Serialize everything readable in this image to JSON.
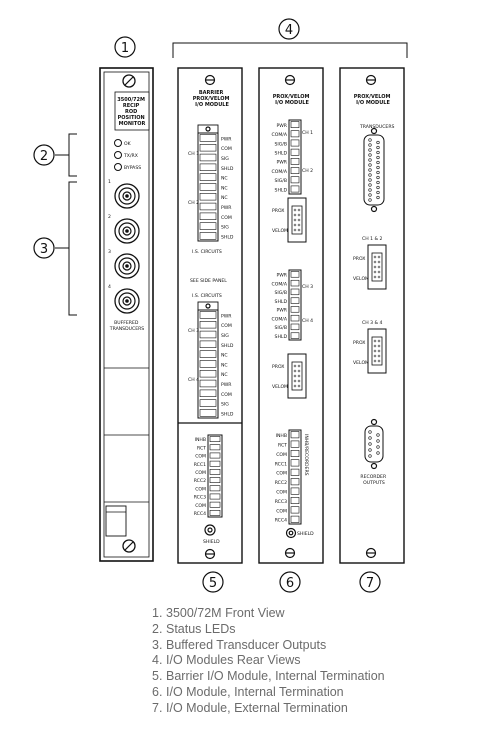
{
  "callouts": [
    "1",
    "2",
    "3",
    "4",
    "5",
    "6",
    "7"
  ],
  "front_view": {
    "title_lines": [
      "3500/72M",
      "RECIP",
      "ROD",
      "POSITION",
      "MONITOR"
    ],
    "leds": [
      "OK",
      "TX/RX",
      "BYPASS"
    ],
    "channels": [
      "1",
      "2",
      "3",
      "4"
    ],
    "buffered_label_lines": [
      "BUFFERED",
      "TRANSDUCERS"
    ]
  },
  "barrier_module": {
    "title_lines": [
      "BARRIER",
      "PROX/VELOM",
      "I/O MODULE"
    ],
    "ch12_signals": [
      "PWR",
      "COM",
      "SIG",
      "SHLD",
      "NC",
      "NC",
      "NC",
      "PWR",
      "COM",
      "SIG",
      "SHLD"
    ],
    "ch12_labels": [
      "CH 1",
      "CH 2"
    ],
    "is_circuits": "I.S. CIRCUITS",
    "see_side_panel": "SEE SIDE PANEL",
    "ch34_signals": [
      "PWR",
      "COM",
      "SIG",
      "SHLD",
      "NC",
      "NC",
      "NC",
      "PWR",
      "COM",
      "SIG",
      "SHLD"
    ],
    "ch34_labels": [
      "CH 3",
      "CH 4"
    ],
    "recorder_signals": [
      "INHB",
      "RCT",
      "COM",
      "RCC1",
      "COM",
      "RCC2",
      "COM",
      "RCC3",
      "COM",
      "RCC4"
    ],
    "shield": "SHIELD"
  },
  "internal_module": {
    "title_lines": [
      "PROX/VELOM",
      "I/O MODULE"
    ],
    "ch12_signals": [
      "PWR",
      "COM/A",
      "SIG/B",
      "SHLD",
      "PWR",
      "COM/A",
      "SIG/B",
      "SHLD"
    ],
    "ch_side_top": [
      "CH 1",
      "CH 2"
    ],
    "ch_side_bot": [
      "CH 3",
      "CH 4"
    ],
    "ch34_signals": [
      "PWR",
      "COM/A",
      "SIG/B",
      "SHLD",
      "PWR",
      "COM/A",
      "SIG/B",
      "SHLD"
    ],
    "prox": "PROX",
    "velom": "VELOM",
    "recorder_signals": [
      "INHB",
      "RCT",
      "COM",
      "RCC1",
      "COM",
      "RCC2",
      "COM",
      "RCC3",
      "COM",
      "RCC4"
    ],
    "recorder_side": "INHB/RECORDERS",
    "shield": "SHIELD"
  },
  "external_module": {
    "title_lines": [
      "PROX/VELOM",
      "I/O MODULE"
    ],
    "transducers": "TRANSDUCERS",
    "ch12": "CH 1 & 2",
    "ch34": "CH 3 & 4",
    "prox": "PROX",
    "velom": "VELOM",
    "recorder_lines": [
      "RECORDER",
      "OUTPUTS"
    ]
  },
  "legend": [
    {
      "num": "1.",
      "text": "3500/72M Front View"
    },
    {
      "num": "2.",
      "text": "Status LEDs"
    },
    {
      "num": "3.",
      "text": "Buffered Transducer Outputs"
    },
    {
      "num": "4.",
      "text": "I/O Modules Rear Views"
    },
    {
      "num": "5.",
      "text": "Barrier I/O Module, Internal Termination"
    },
    {
      "num": "6.",
      "text": "I/O Module, Internal Termination"
    },
    {
      "num": "7.",
      "text": "I/O Module, External Termination"
    }
  ]
}
